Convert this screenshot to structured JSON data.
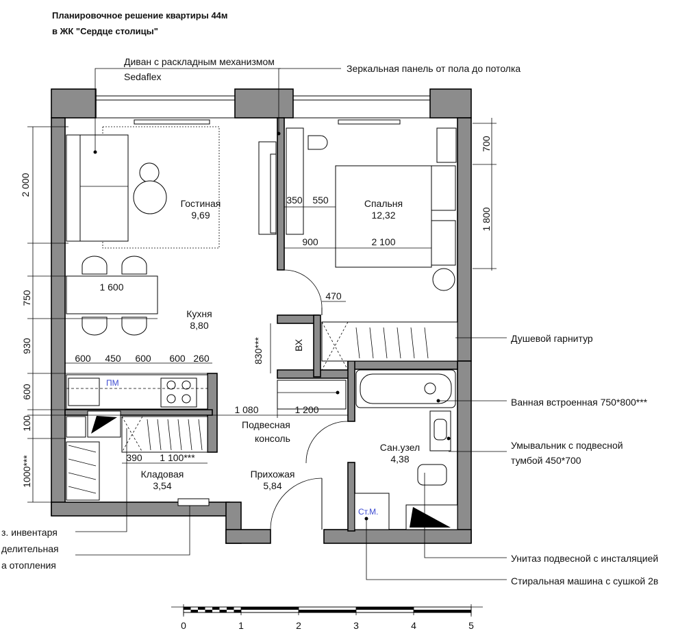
{
  "title": {
    "line1": "Планировочное решение квартиры 44м",
    "line2": "в ЖК \"Сердце столицы\""
  },
  "rooms": {
    "living": {
      "name": "Гостиная",
      "area": "9,69"
    },
    "bedroom": {
      "name": "Спальня",
      "area": "12,32"
    },
    "kitchen": {
      "name": "Кухня",
      "area": "8,80"
    },
    "storage": {
      "name": "Кладовая",
      "area": "3,54"
    },
    "hall": {
      "name": "Прихожая",
      "area": "5,84"
    },
    "bath": {
      "name": "Сан.узел",
      "area": "4,38"
    },
    "vent": "ВХ",
    "dishwasher": "ПМ",
    "washer": "Ст.М."
  },
  "dimensions": {
    "d2000": "2 000",
    "d700": "700",
    "d1800": "1 800",
    "d350": "350",
    "d550": "550",
    "d900": "900",
    "d2100": "2 100",
    "d1600": "1 600",
    "d750": "750",
    "d930": "930",
    "d470": "470",
    "d830": "830***",
    "d600a": "600",
    "d450": "450",
    "d600b": "600",
    "d600c": "600",
    "d260": "260",
    "d600v": "600",
    "d100": "100",
    "d1080": "1 080",
    "d1200": "1 200",
    "d390": "390",
    "d1100": "1 100***",
    "d1000": "1000***"
  },
  "notes": {
    "sofa1": "Диван с раскладным механизмом",
    "sofa2": "Sedaflex",
    "mirror": "Зеркальная панель от пола до потолка",
    "shower": "Душевой гарнитур",
    "bathtub": "Ванная встроенная 750*800***",
    "sink1": "Умывальник с подвесной",
    "sink2": "тумбой 450*700",
    "toilet": "Унитаз подвесной с инсталяцией",
    "washer": "Стиральная машина с сушкой 2в",
    "console1": "Подвесная",
    "console2": "консоль",
    "left1": "з. инвентаря",
    "left2": "делительная",
    "left3": "а отопления"
  },
  "scale": {
    "ticks": [
      "0",
      "1",
      "2",
      "3",
      "4",
      "5"
    ]
  }
}
